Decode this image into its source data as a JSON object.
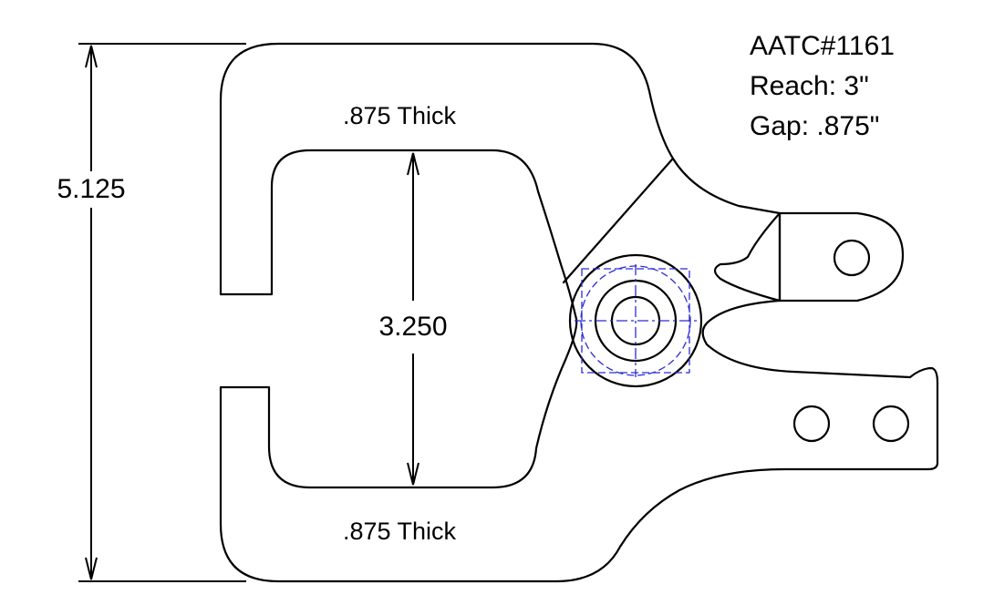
{
  "title_block": {
    "part_number": "AATC#1161",
    "reach": "Reach: 3\"",
    "gap": "Gap: .875\""
  },
  "dimensions": {
    "overall_height": "5.125",
    "opening_height": "3.250"
  },
  "notes": {
    "top_thickness": ".875 Thick",
    "bottom_thickness": ".875 Thick"
  },
  "colors": {
    "outline": "#000000",
    "hidden_lines": "#2b2bd9",
    "background": "#ffffff"
  }
}
